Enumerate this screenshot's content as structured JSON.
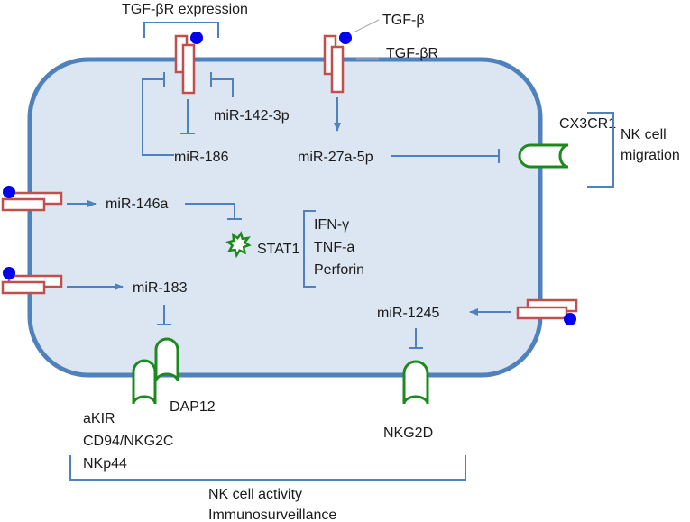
{
  "colors": {
    "cell_fill": "#dce6f2",
    "cell_border": "#4f81bd",
    "arrow": "#4f81bd",
    "receptor_red": "#c0504d",
    "receptor_green": "#1e8a1e",
    "ligand_blue": "#0000ee",
    "text": "#1a1a1a"
  },
  "labels": {
    "tgfbr_expression": "TGF-βR expression",
    "tgfb": "TGF-β",
    "tgfbr": "TGF-βR",
    "mir_142_3p": "miR-142-3p",
    "mir_186": "miR-186",
    "mir_27a_5p": "miR-27a-5p",
    "cx3cr1": "CX3CR1",
    "nk_cell": "NK cell",
    "migration": "migration",
    "mir_146a": "miR-146a",
    "stat1": "STAT1",
    "ifn_g": "IFN-γ",
    "tnf_a": "TNF-a",
    "perforin": "Perforin",
    "mir_183": "miR-183",
    "mir_1245": "miR-1245",
    "dap12": "DAP12",
    "akir": "aKIR",
    "cd94_nkg2c": "CD94/NKG2C",
    "nkp44": "NKp44",
    "nkg2d": "NKG2D",
    "nk_cell_activity": "NK cell activity",
    "immunosurveillance": "Immunosurveillance"
  }
}
